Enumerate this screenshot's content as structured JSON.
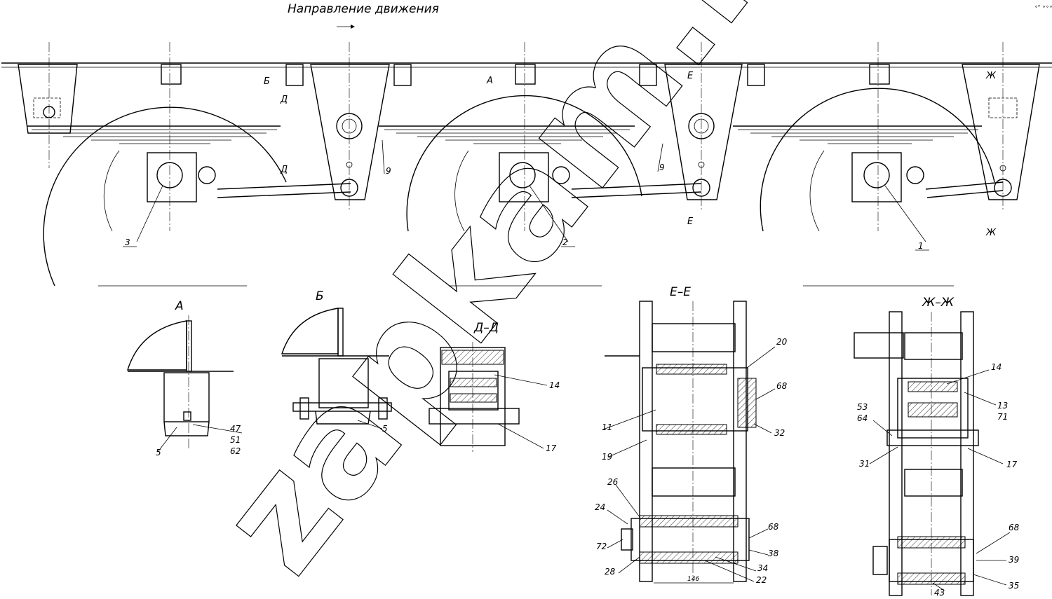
{
  "header": {
    "direction_label": "Направление движения",
    "corner_mark": "∘ᵒ ∘∘∘"
  },
  "watermark": "zapkam.ru",
  "section_marks": {
    "A": "А",
    "B": "Б",
    "D": "Д",
    "E": "Е",
    "ZH": "Ж"
  },
  "view_titles": {
    "view_a": "А",
    "view_b": "Б",
    "section_dd": "Д–Д",
    "section_ee": "Е–Е",
    "section_zhzh": "Ж–Ж"
  },
  "callouts": {
    "main": [
      "3",
      "2",
      "1",
      "9",
      "9"
    ],
    "view_a": [
      "5",
      "47",
      "51",
      "62"
    ],
    "view_b": [
      "5"
    ],
    "section_dd": [
      "14",
      "17"
    ],
    "section_ee": [
      "20",
      "68",
      "11",
      "32",
      "19",
      "26",
      "24",
      "72",
      "28",
      "68",
      "38",
      "34",
      "22",
      "146"
    ],
    "section_zhzh": [
      "14",
      "13",
      "71",
      "53",
      "64",
      "31",
      "17",
      "68",
      "39",
      "35",
      "43"
    ]
  }
}
